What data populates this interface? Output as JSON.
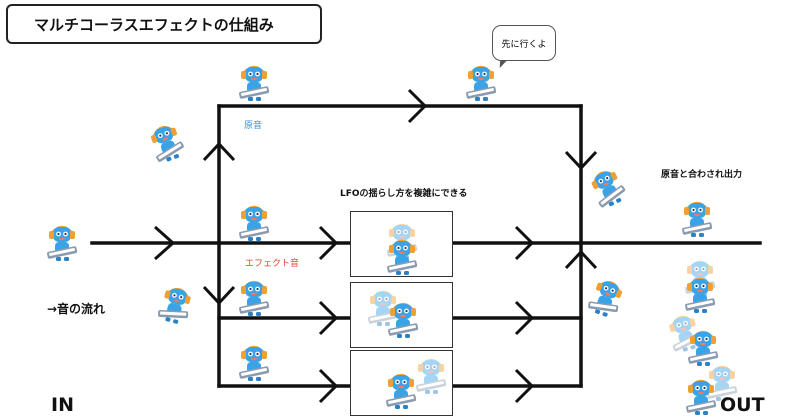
{
  "title": "マルチコーラスエフェクトの仕組み",
  "speech_bubble": "先に行くよ",
  "labels": {
    "original": "原音",
    "effect": "エフェクト音",
    "lfo_note": "LFOの揺らし方を複雑にできる",
    "mixed_output": "原音と合わされ出力",
    "flow": "→音の流れ",
    "input": "IN",
    "output": "OUT"
  },
  "colors": {
    "original_label": "#3a8fd6",
    "effect_label": "#e0482f",
    "line": "#111111",
    "robot_body": "#3aa3e8",
    "robot_headphones": "#f0a030"
  }
}
